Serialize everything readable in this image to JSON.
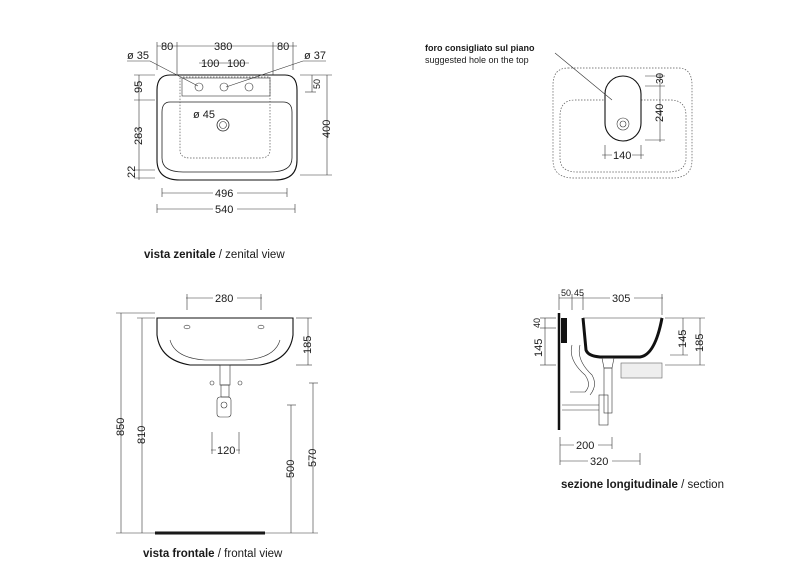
{
  "zenital_view": {
    "dims": {
      "hole_left": "ø 35",
      "side_left": "80",
      "center_width": "380",
      "side_right": "80",
      "hole_right": "ø 37",
      "spacing_1": "100",
      "spacing_2": "100",
      "top_depth": "95",
      "mid_depth": "283",
      "bottom_depth": "22",
      "right_top": "50",
      "total_depth": "400",
      "drain": "ø 45",
      "inner_width": "496",
      "outer_width": "540"
    },
    "caption_bold": "vista zenitale",
    "caption_rest": " / zenital view"
  },
  "top_hole_view": {
    "note_it": "foro consigliato sul piano",
    "note_en": "suggested hole on the top",
    "dims": {
      "top": "30",
      "height": "240",
      "width": "140"
    }
  },
  "frontal_view": {
    "dims": {
      "holes": "280",
      "height": "185",
      "trap": "120",
      "total": "850",
      "rim": "810",
      "floor_trap": "500",
      "floor_drain": "570"
    },
    "caption_bold": "vista frontale",
    "caption_rest": " / frontal view"
  },
  "section_view": {
    "dims": {
      "a": "50",
      "b": "45",
      "depth": "305",
      "top": "40",
      "left_height": "145",
      "right_inner": "145",
      "right_total": "185",
      "trap_dist": "200",
      "total_dist": "320"
    },
    "caption_bold": "sezione longitudinale",
    "caption_rest": " / section"
  }
}
